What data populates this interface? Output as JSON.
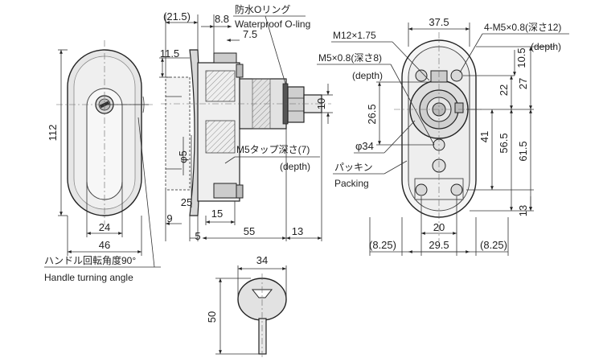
{
  "front_view": {
    "height_dim": "112",
    "slot_width_dim": "24",
    "overall_width_dim": "46",
    "handle_label_jp": "ハンドル回転角度90°",
    "handle_label_en": "Handle turning angle"
  },
  "side_view": {
    "dim_21_5": "(21.5)",
    "dim_8_8": "8.8",
    "dim_7_5": "7.5",
    "dim_11_5": "11.5",
    "dim_10": "10",
    "dim_phi5": "φ5",
    "dim_25": "25",
    "dim_9": "9",
    "dim_15": "15",
    "dim_5": "5",
    "dim_55": "55",
    "dim_13": "13",
    "oring_jp": "防水Oリング",
    "oring_en": "Waterproof O-ling",
    "tap_jp": "M5タップ深さ(7)",
    "tap_en": "(depth)"
  },
  "rear_view": {
    "dim_37_5": "37.5",
    "dim_m12": "M12×1.75",
    "dim_m5_jp": "M5×0.8(深さ8)",
    "dim_m5_en": "(depth)",
    "dim_4m5_jp": "4-M5×0.8(深さ12)",
    "dim_4m5_en": "(depth)",
    "dim_10_5": "10.5",
    "dim_22": "22",
    "dim_27": "27",
    "dim_26_5": "26.5",
    "dim_41": "41",
    "dim_56_5": "56.5",
    "dim_61_5": "61.5",
    "dim_13": "13",
    "dim_phi34": "φ34",
    "packing_jp": "パッキン",
    "packing_en": "Packing",
    "dim_20": "20",
    "dim_8_25_left": "(8.25)",
    "dim_29_5": "29.5",
    "dim_8_25_right": "(8.25)"
  },
  "key_view": {
    "width_dim": "34",
    "length_dim": "50"
  }
}
